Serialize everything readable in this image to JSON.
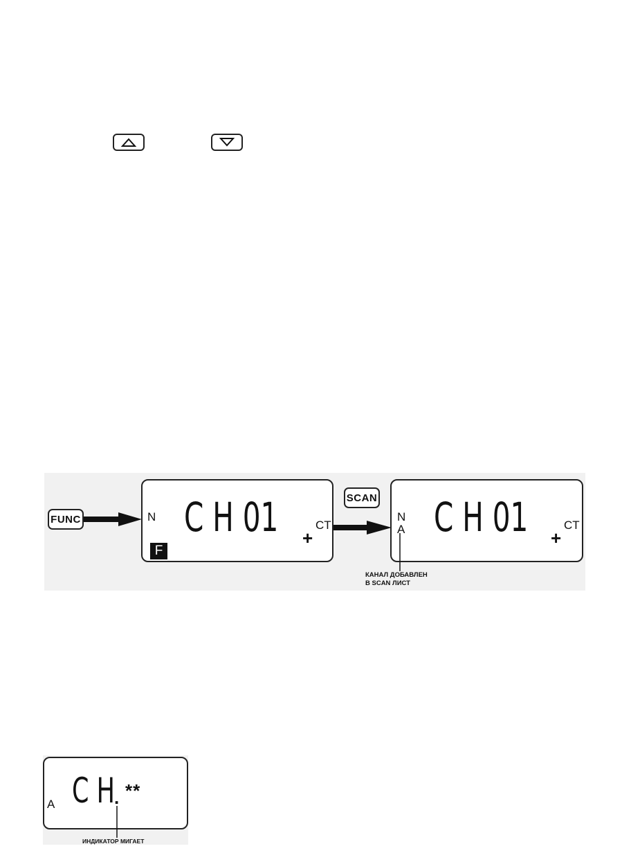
{
  "keys": {
    "up_icon": "triangle-up-icon",
    "down_icon": "triangle-down-icon"
  },
  "buttons": {
    "func": "FUNC",
    "scan": "SCAN"
  },
  "lcd1": {
    "indicator_n": "N",
    "main": "C H   01",
    "ct": "CT",
    "plus": "+",
    "f_badge": "F"
  },
  "lcd2": {
    "indicator_n": "N",
    "indicator_a": "A",
    "main": "C H   01",
    "ct": "CT",
    "plus": "+"
  },
  "lcd3": {
    "indicator_a": "A",
    "main": "C H",
    "dot": ".",
    "stars": "**"
  },
  "annotations": {
    "channel_added_line1": "КАНАЛ ДОБАВЛЕН",
    "channel_added_line2": "В  SCAN ЛИСТ",
    "indicator_blinks": "ИНДИКАТОР МИГАЕТ"
  },
  "colors": {
    "ink": "#111111",
    "panel_background": "#f1f1f1"
  }
}
